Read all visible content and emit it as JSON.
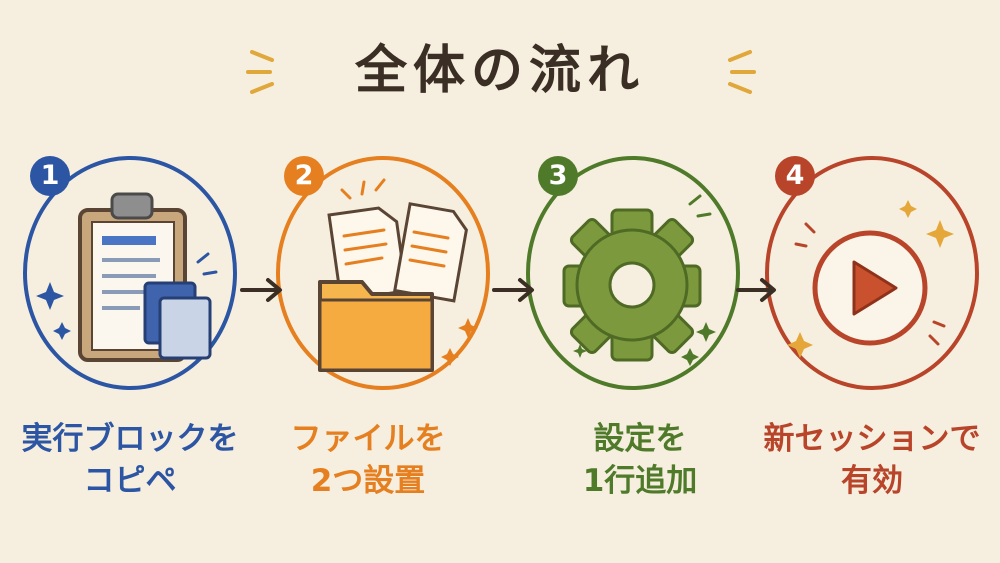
{
  "title": "全体の流れ",
  "colors": {
    "background": "#f6efdf",
    "title": "#3b2e24",
    "step1": "#2c56a3",
    "step2": "#e57f1f",
    "step3": "#4f7a2a",
    "step4": "#b8442a"
  },
  "steps": [
    {
      "number": "1",
      "icon": "clipboard-copy-icon",
      "caption_line1": "実行ブロックを",
      "caption_line2": "コピペ"
    },
    {
      "number": "2",
      "icon": "folder-files-icon",
      "caption_line1": "ファイルを",
      "caption_line2": "2つ設置"
    },
    {
      "number": "3",
      "icon": "gear-icon",
      "caption_line1": "設定を",
      "caption_line2": "1行追加"
    },
    {
      "number": "4",
      "icon": "play-button-icon",
      "caption_line1": "新セッションで",
      "caption_line2": "有効"
    }
  ]
}
